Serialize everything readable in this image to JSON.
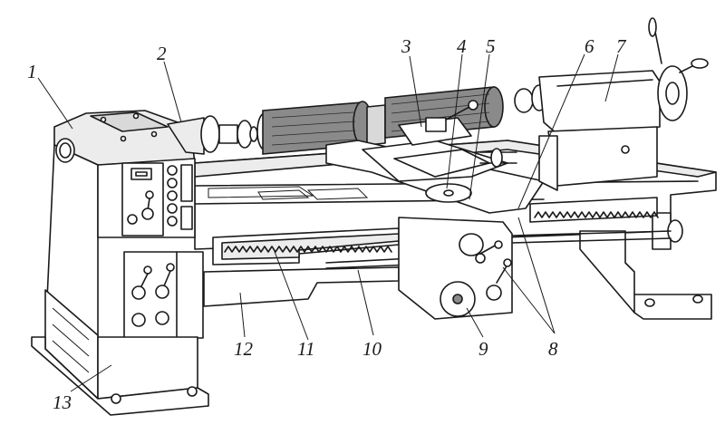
{
  "figure": {
    "subject": "Lathe (engine lathe) — general view with numbered parts",
    "callouts": [
      {
        "id": "1",
        "label": "1"
      },
      {
        "id": "2",
        "label": "2"
      },
      {
        "id": "3",
        "label": "3"
      },
      {
        "id": "4",
        "label": "4"
      },
      {
        "id": "5",
        "label": "5"
      },
      {
        "id": "6",
        "label": "6"
      },
      {
        "id": "7",
        "label": "7"
      },
      {
        "id": "8",
        "label": "8"
      },
      {
        "id": "9",
        "label": "9"
      },
      {
        "id": "10",
        "label": "10"
      },
      {
        "id": "11",
        "label": "11"
      },
      {
        "id": "12",
        "label": "12"
      },
      {
        "id": "13",
        "label": "13"
      }
    ],
    "colors": {
      "ink": "#1a1a1a",
      "paper": "#ffffff",
      "shade_light": "#ececec",
      "shade_mid": "#d9d9d9",
      "workpiece": "#8a8a8a"
    }
  }
}
